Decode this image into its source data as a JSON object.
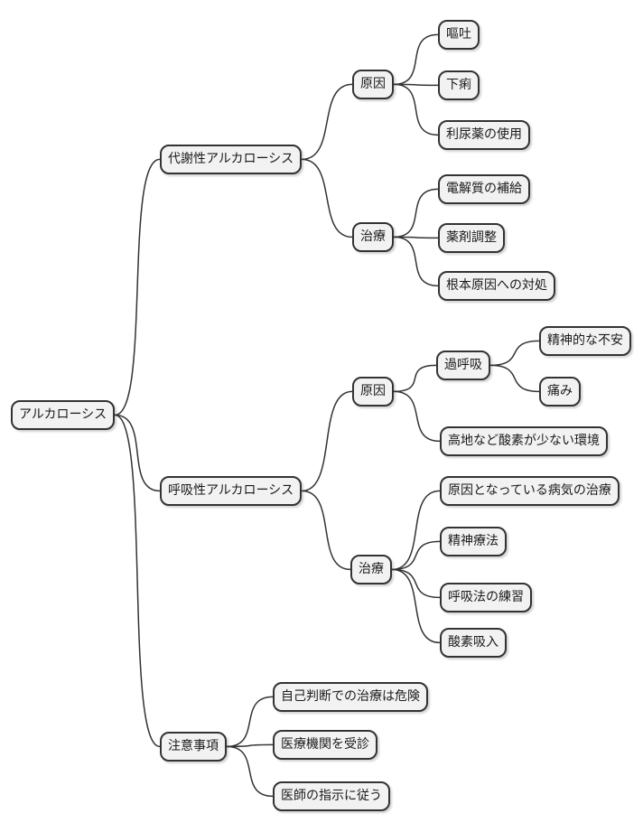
{
  "style": {
    "node_fill": "#f2f2f2",
    "node_border": "#333333",
    "edge_color": "#333333",
    "text_color": "#1a1a1a"
  },
  "nodes": [
    {
      "id": "root",
      "parent": null,
      "label": "アルカローシス"
    },
    {
      "id": "metabolic",
      "parent": "root",
      "label": "代謝性アルカローシス"
    },
    {
      "id": "m-cause",
      "parent": "metabolic",
      "label": "原因"
    },
    {
      "id": "vomiting",
      "parent": "m-cause",
      "label": "嘔吐"
    },
    {
      "id": "diarrhea",
      "parent": "m-cause",
      "label": "下痢"
    },
    {
      "id": "diuretics",
      "parent": "m-cause",
      "label": "利尿薬の使用"
    },
    {
      "id": "m-treatment",
      "parent": "metabolic",
      "label": "治療"
    },
    {
      "id": "electrolyte",
      "parent": "m-treatment",
      "label": "電解質の補給"
    },
    {
      "id": "med-adjustment",
      "parent": "m-treatment",
      "label": "薬剤調整"
    },
    {
      "id": "root-cause",
      "parent": "m-treatment",
      "label": "根本原因への対処"
    },
    {
      "id": "respiratory",
      "parent": "root",
      "label": "呼吸性アルカローシス"
    },
    {
      "id": "r-cause",
      "parent": "respiratory",
      "label": "原因"
    },
    {
      "id": "hyperventilation",
      "parent": "r-cause",
      "label": "過呼吸"
    },
    {
      "id": "anxiety",
      "parent": "hyperventilation",
      "label": "精神的な不安"
    },
    {
      "id": "pain",
      "parent": "hyperventilation",
      "label": "痛み"
    },
    {
      "id": "low-oxygen",
      "parent": "r-cause",
      "label": "高地など酸素が少ない環境"
    },
    {
      "id": "r-treatment",
      "parent": "respiratory",
      "label": "治療"
    },
    {
      "id": "disease-treatment",
      "parent": "r-treatment",
      "label": "原因となっている病気の治療"
    },
    {
      "id": "psychotherapy",
      "parent": "r-treatment",
      "label": "精神療法"
    },
    {
      "id": "breathing-practice",
      "parent": "r-treatment",
      "label": "呼吸法の練習"
    },
    {
      "id": "oxygen-inhalation",
      "parent": "r-treatment",
      "label": "酸素吸入"
    },
    {
      "id": "precautions",
      "parent": "root",
      "label": "注意事項"
    },
    {
      "id": "self-treatment-danger",
      "parent": "precautions",
      "label": "自己判断での治療は危険"
    },
    {
      "id": "see-doctor",
      "parent": "precautions",
      "label": "医療機関を受診"
    },
    {
      "id": "follow-instructions",
      "parent": "precautions",
      "label": "医師の指示に従う"
    }
  ]
}
